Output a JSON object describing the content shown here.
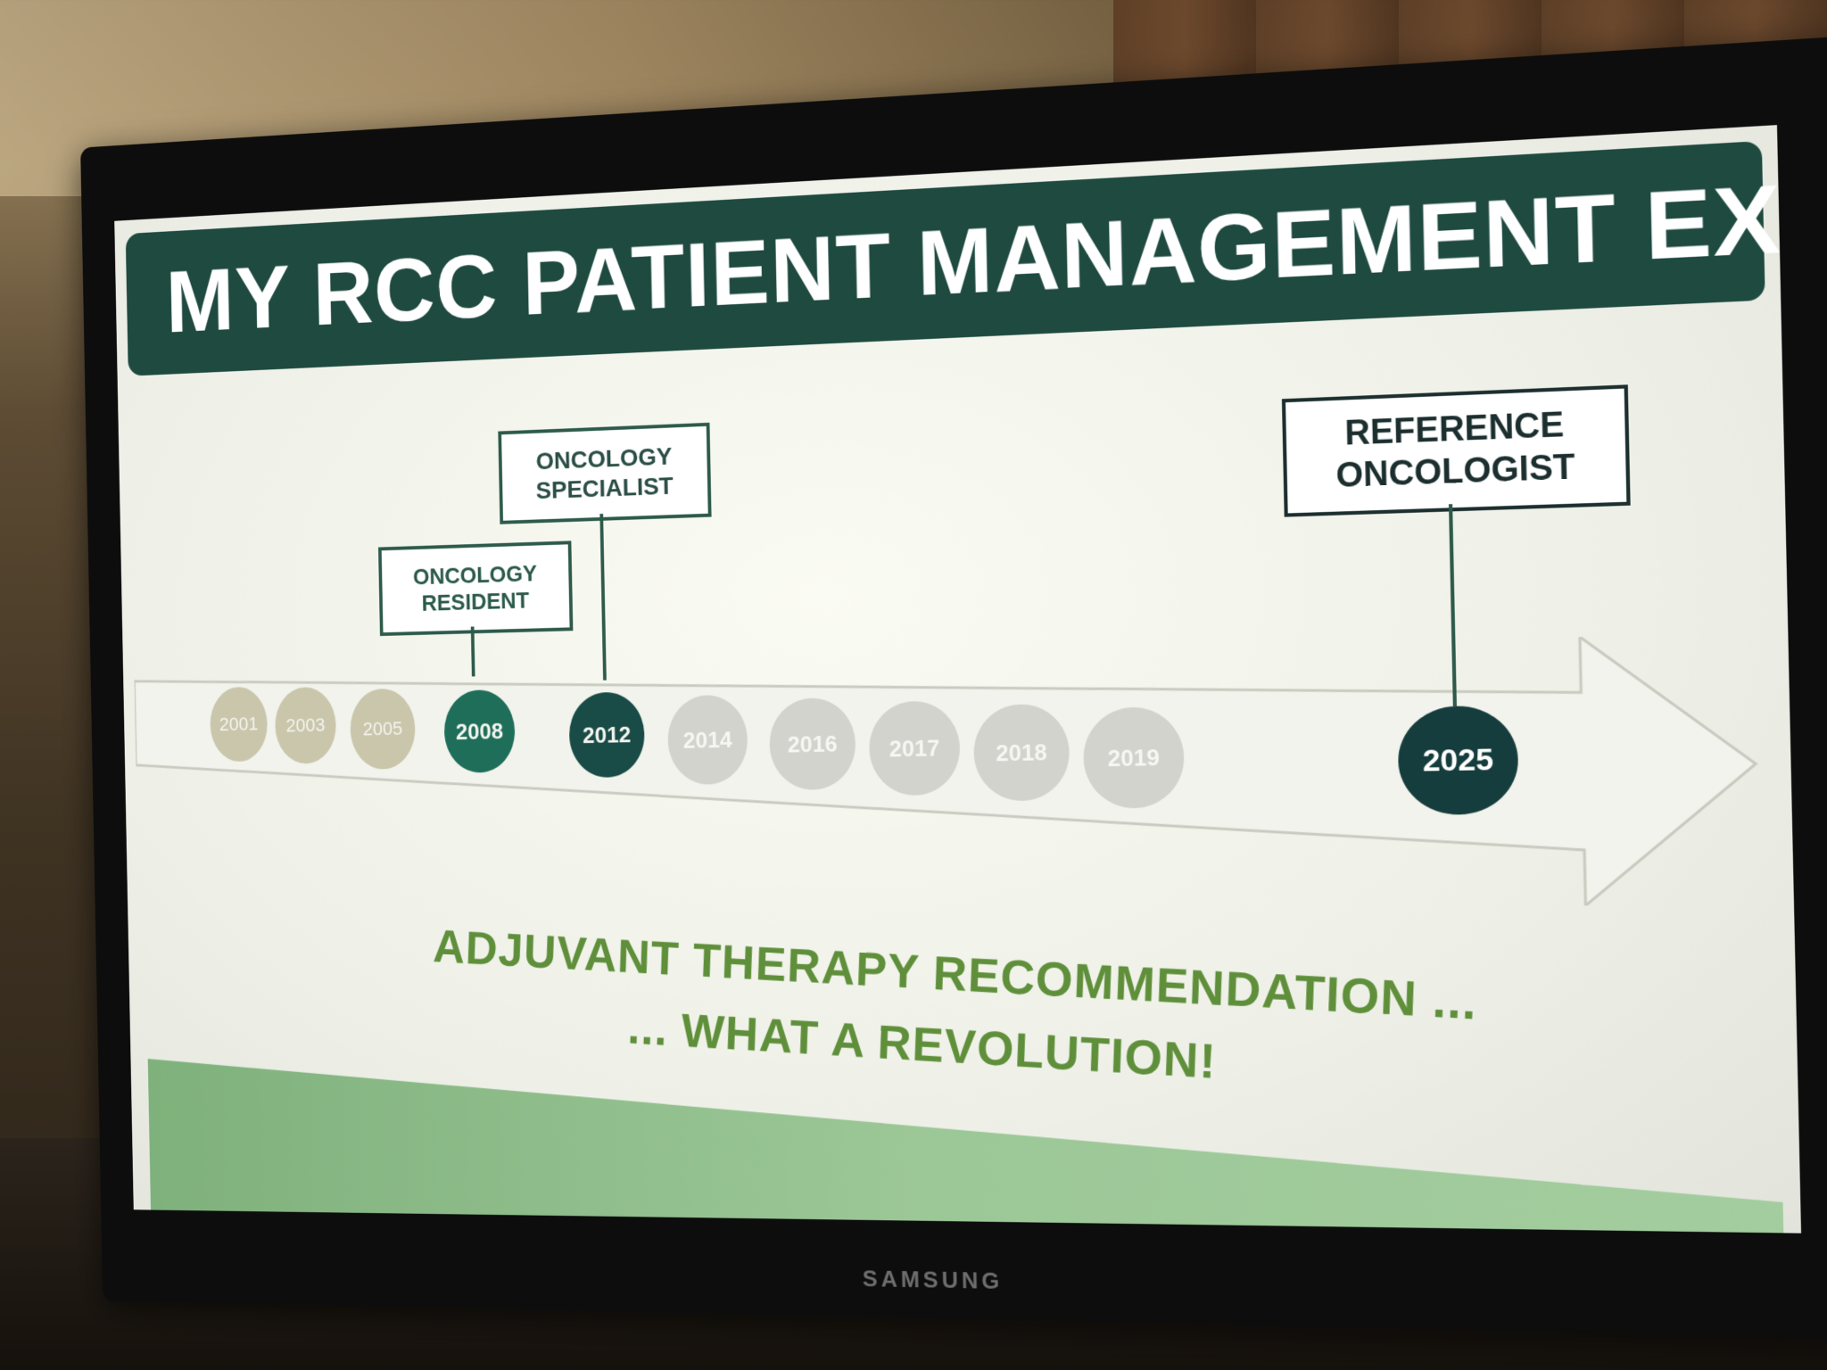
{
  "slide": {
    "title": "MY RCC PATIENT MANAGEMENT EXPERTISE",
    "tagline_line1": "ADJUVANT THERAPY RECOMMENDATION ...",
    "tagline_line2": "... WHAT A REVOLUTION!"
  },
  "timeline": {
    "years": [
      "2001",
      "2003",
      "2005",
      "2008",
      "2012",
      "2014",
      "2016",
      "2017",
      "2018",
      "2019",
      "2025"
    ],
    "milestones": {
      "resident": {
        "line1": "ONCOLOGY",
        "line2": "RESIDENT",
        "year": "2008"
      },
      "specialist": {
        "line1": "ONCOLOGY",
        "line2": "SPECIALIST",
        "year": "2012"
      },
      "reference": {
        "line1": "REFERENCE",
        "line2": "ONCOLOGIST",
        "year": "2025"
      }
    }
  },
  "monitor": {
    "brand": "SAMSUNG"
  },
  "colors": {
    "title_bar": "#1e4a40",
    "tagline": "#5f8f3a",
    "bottom_bar": "#9cc797",
    "final_year": "#163d3d"
  }
}
